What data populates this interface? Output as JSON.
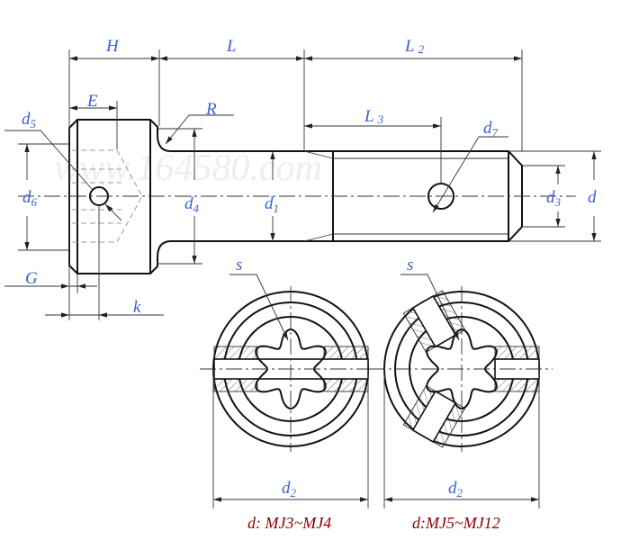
{
  "labels": {
    "H": "H",
    "L": "L",
    "L2": "L",
    "L2_sub": "2",
    "L3": "L",
    "L3_sub": "3",
    "E": "E",
    "R": "R",
    "d5": "d",
    "d5_sub": "5",
    "d6": "d",
    "d6_sub": "6",
    "d4": "d",
    "d4_sub": "4",
    "d1": "d",
    "d1_sub": "1",
    "d7": "d",
    "d7_sub": "7",
    "d3": "d",
    "d3_sub": "3",
    "d": "d",
    "G": "G",
    "k": "k",
    "s_left": "s",
    "s_right": "s",
    "d2_left": "d",
    "d2_left_sub": "2",
    "d2_right": "d",
    "d2_right_sub": "2"
  },
  "captions": {
    "left": "d: MJ3~MJ4",
    "right": "d:MJ5~MJ12"
  },
  "watermark": "www.164580.com",
  "colors": {
    "label": "#3a5fd0",
    "caption": "#8b0000"
  }
}
